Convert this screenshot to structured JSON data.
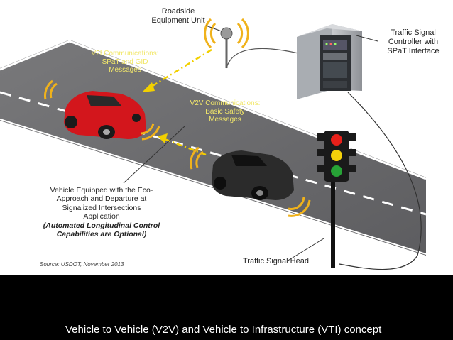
{
  "labels": {
    "roadside_unit": "Roadside\nEquipment Unit",
    "controller": "Traffic Signal\nController with\nSPaT Interface",
    "v2i": "V2I Communications:\nSPaT and GID\nMessages",
    "v2v": "V2V Communications:\nBasic Safety\nMessages",
    "vehicle_line1": "Vehicle Equipped with the Eco-",
    "vehicle_line2": "Approach and Departure at",
    "vehicle_line3": "Signalized Intersections",
    "vehicle_line4": "Application",
    "vehicle_optional": "(Automated Longitudinal Control Capabilities are Optional)",
    "signal_head": "Traffic Signal Head",
    "source": "Source: USDOT, November 2013"
  },
  "caption": "Vehicle to Vehicle (V2V) and Vehicle to Infrastructure (VTI) concept",
  "colors": {
    "road": "#6e6e70",
    "lane_marking": "#ffffff",
    "signal_wave": "#f0b21b",
    "v2x_arrow": "#f2d000",
    "red_car": "#d3161c",
    "black_car": "#2b2b2b",
    "signal_red": "#e8201a",
    "signal_yellow": "#f4d10a",
    "signal_green": "#27a336",
    "caption_text": "#ffffff",
    "background": "#000000"
  },
  "icons": [
    "antenna-icon",
    "controller-cabinet-icon",
    "red-car-icon",
    "black-car-icon",
    "traffic-light-icon"
  ]
}
